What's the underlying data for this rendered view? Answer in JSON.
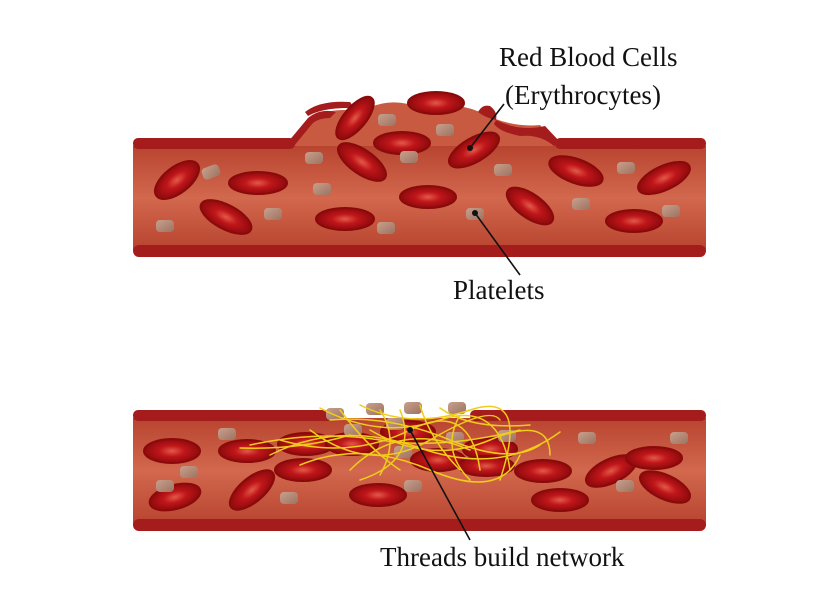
{
  "labels": {
    "red_blood_cells": "Red Blood Cells",
    "erythrocytes": "(Erythrocytes)",
    "platelets": "Platelets",
    "threads": "Threads build network"
  },
  "colors": {
    "vessel_wall": "#a51c1c",
    "vessel_lumen": "#c8553f",
    "rbc": "#b50e0e",
    "rbc_center": "#d94a3a",
    "platelet": "#b78b78",
    "fibrin": "#f2cc1a",
    "text": "#111111"
  }
}
